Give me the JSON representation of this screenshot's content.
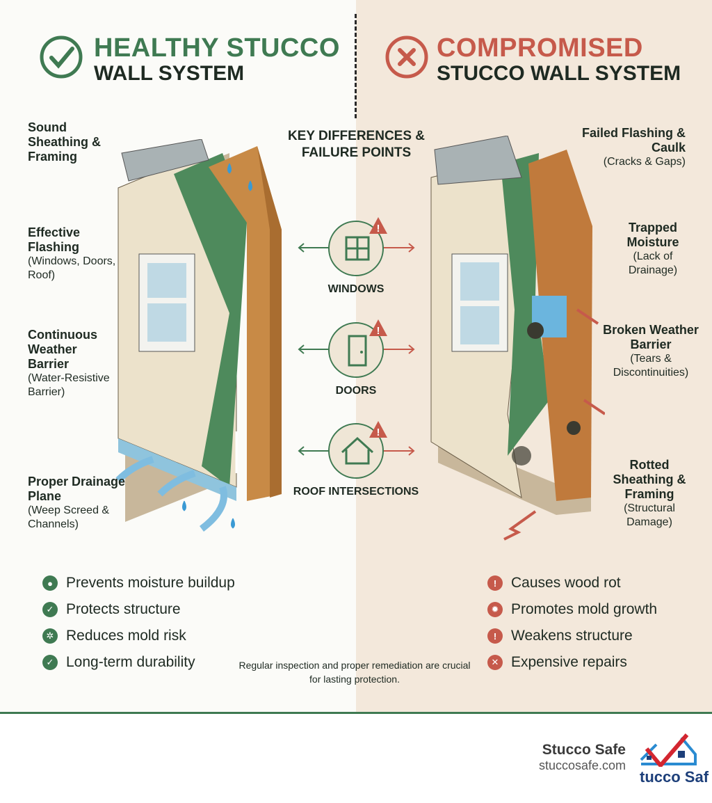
{
  "left": {
    "title_line1": "HEALTHY STUCCO",
    "title_line2": "WALL SYSTEM",
    "icon": "check-circle-icon",
    "color": "#3f7a52",
    "callouts": [
      {
        "label": "Sound Sheathing & Framing",
        "sub": ""
      },
      {
        "label": "Effective Flashing",
        "sub": "(Windows, Doors, Roof)"
      },
      {
        "label": "Continuous Weather Barrier",
        "sub": "(Water-Resistive Barrier)"
      },
      {
        "label": "Proper Drainage Plane",
        "sub": "(Weep Screed & Channels)"
      }
    ],
    "bullets": [
      {
        "text": "Prevents moisture buildup",
        "icon": "water-drop-icon"
      },
      {
        "text": "Protects structure",
        "icon": "check-icon"
      },
      {
        "text": "Reduces mold risk",
        "icon": "mold-icon"
      },
      {
        "text": "Long-term durability",
        "icon": "check-icon"
      }
    ]
  },
  "right": {
    "title_line1": "COMPROMISED",
    "title_line2": "STUCCO WALL SYSTEM",
    "icon": "x-circle-icon",
    "color": "#c65a4b",
    "callouts": [
      {
        "label": "Failed Flashing & Caulk",
        "sub": "(Cracks & Gaps)"
      },
      {
        "label": "Trapped Moisture",
        "sub": "(Lack of Drainage)"
      },
      {
        "label": "Broken Weather Barrier",
        "sub": "(Tears & Discontinuities)"
      },
      {
        "label": "Rotted Sheathing & Framing",
        "sub": "(Structural Damage)"
      }
    ],
    "bullets": [
      {
        "text": "Causes wood rot",
        "icon": "alert-icon"
      },
      {
        "text": "Promotes mold growth",
        "icon": "mold-icon"
      },
      {
        "text": "Weakens structure",
        "icon": "alert-icon"
      },
      {
        "text": "Expensive repairs",
        "icon": "x-icon"
      }
    ]
  },
  "center": {
    "title": "KEY DIFFERENCES & FAILURE POINTS",
    "items": [
      {
        "label": "WINDOWS",
        "icon": "window-icon"
      },
      {
        "label": "DOORS",
        "icon": "door-icon"
      },
      {
        "label": "ROOF INTERSECTIONS",
        "icon": "roof-icon"
      }
    ]
  },
  "note": "Regular inspection and proper remediation are crucial for lasting protection.",
  "footer": {
    "brand": "Stucco Safe",
    "url": "stuccosafe.com",
    "logo_text": "tucco Saf"
  }
}
